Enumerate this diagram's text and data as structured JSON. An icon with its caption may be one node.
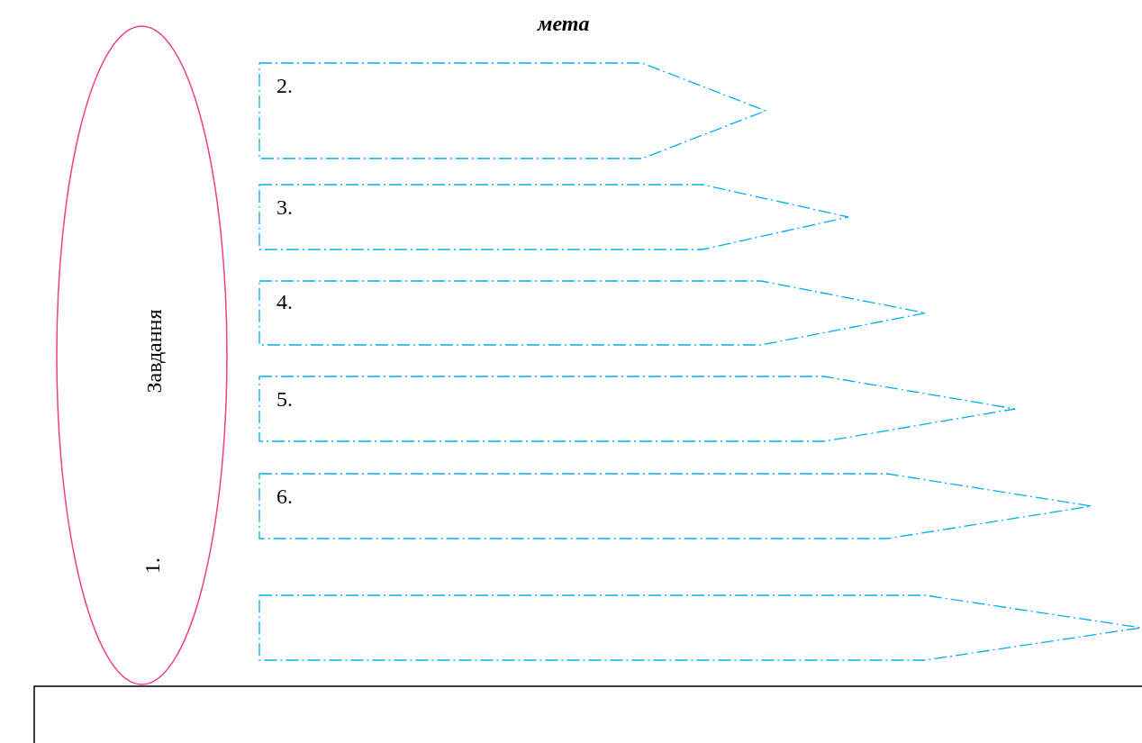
{
  "diagram": {
    "title": "мета",
    "nodes": [
      {
        "text": [
          "Завдання",
          "1."
        ]
      },
      {
        "text": [
          "2."
        ]
      },
      {
        "text": [
          "3."
        ]
      },
      {
        "text": [
          "4."
        ]
      },
      {
        "text": [
          "5."
        ]
      },
      {
        "text": [
          "6."
        ]
      },
      {
        "text": [],
        "shape": "pentagon"
      },
      {
        "text": [],
        "shape": "box"
      }
    ]
  }
}
